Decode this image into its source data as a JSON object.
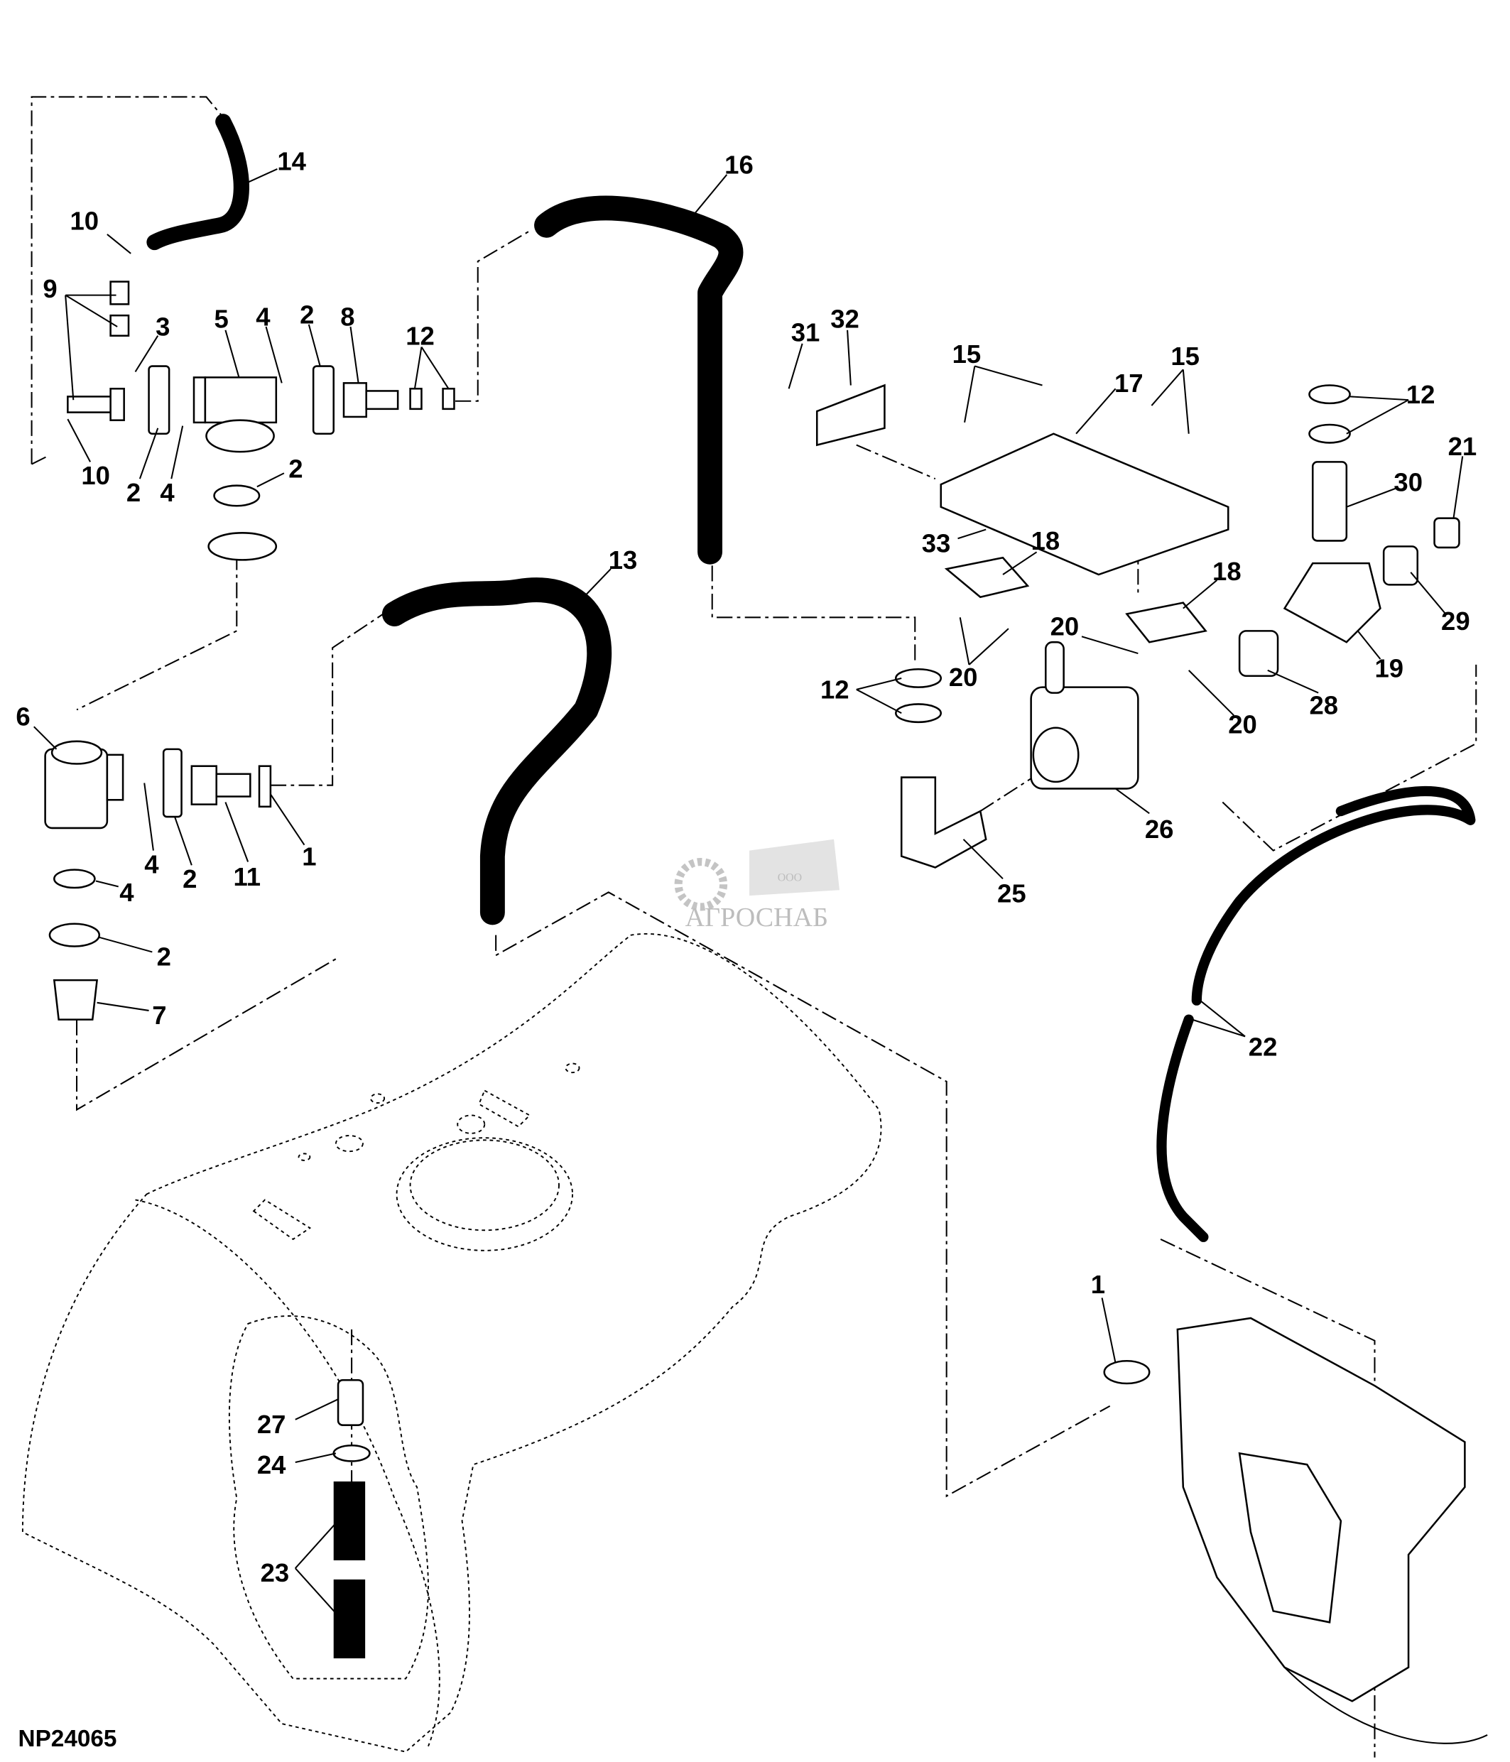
{
  "diagram": {
    "figure_code": "NP24065",
    "watermark": {
      "prefix": "ООО",
      "brand": "АГРОСНАБ"
    },
    "callouts": [
      "14",
      "10",
      "9",
      "3",
      "5",
      "4",
      "2",
      "8",
      "12",
      "10",
      "2",
      "4",
      "2",
      "16",
      "13",
      "31",
      "32",
      "15",
      "17",
      "15",
      "12",
      "21",
      "30",
      "33",
      "18",
      "18",
      "29",
      "19",
      "20",
      "20",
      "20",
      "28",
      "12",
      "26",
      "25",
      "6",
      "4",
      "2",
      "11",
      "1",
      "4",
      "2",
      "7",
      "22",
      "1",
      "27",
      "24",
      "23"
    ],
    "colors": {
      "line": "#000000",
      "watermark": "#bdbdbd"
    }
  }
}
